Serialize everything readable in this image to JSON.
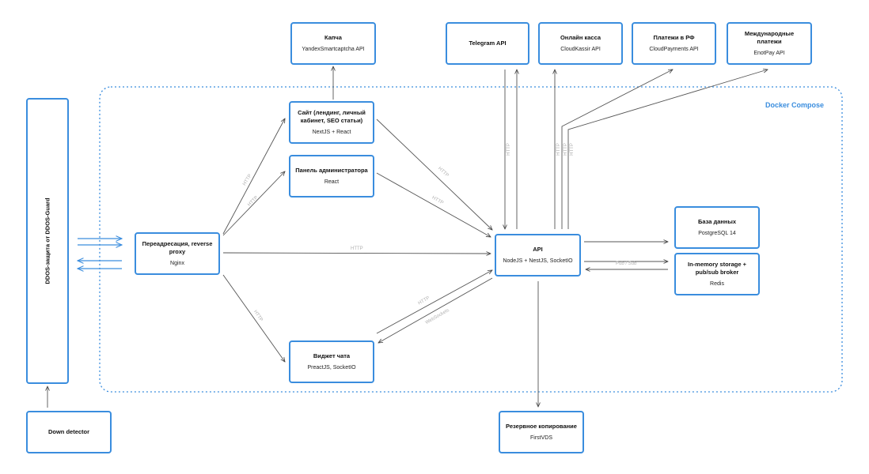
{
  "diagram": {
    "compose_label": "Docker Compose",
    "nodes": {
      "captcha": {
        "title": "Капча",
        "sub": "YandexSmartcaptcha API"
      },
      "telegram": {
        "title": "Telegram API",
        "sub": ""
      },
      "online_kassa": {
        "title": "Онлайн касса",
        "sub": "CloudKassir API"
      },
      "payments_rf": {
        "title": "Платежи в РФ",
        "sub": "CloudPayments API"
      },
      "payments_intl": {
        "title": "Международные платежи",
        "sub": "EnotPay API"
      },
      "site": {
        "title": "Сайт (лендинг, личный кабинет, SEO статьи)",
        "sub": "NextJS + React"
      },
      "admin": {
        "title": "Панель администратора",
        "sub": "React"
      },
      "proxy": {
        "title": "Переадресация, reverse proxy",
        "sub": "Nginx"
      },
      "api": {
        "title": "API",
        "sub": "NodeJS + NestJS, SocketIO"
      },
      "database": {
        "title": "База данных",
        "sub": "PostgreSQL 14"
      },
      "redis": {
        "title": "In-memory storage + pub/sub broker",
        "sub": "Redis"
      },
      "chat_widget": {
        "title": "Виджет чата",
        "sub": "PreactJS, SocketIO"
      },
      "backup": {
        "title": "Резервное копирование",
        "sub": "FirstVDS"
      },
      "ddos": {
        "title": "DDOS-защита от DDOS-Guard"
      },
      "down_detector": {
        "title": "Down detector"
      }
    },
    "edge_labels": {
      "http": "HTTP",
      "pubsub": "Pub / Sub",
      "websockets": "WebSockets"
    }
  }
}
